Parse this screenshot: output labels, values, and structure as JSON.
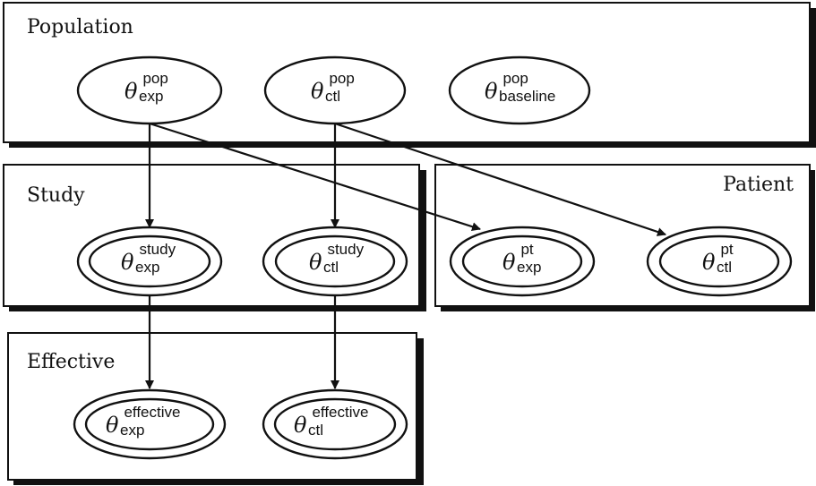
{
  "boxes": {
    "population": {
      "title": "Population"
    },
    "study": {
      "title": "Study"
    },
    "patient": {
      "title": "Patient"
    },
    "effective": {
      "title": "Effective"
    }
  },
  "symbol": "θ",
  "nodes": {
    "pop_exp": {
      "sup": "pop",
      "sub": "exp"
    },
    "pop_ctl": {
      "sup": "pop",
      "sub": "ctl"
    },
    "pop_baseline": {
      "sup": "pop",
      "sub": "baseline"
    },
    "study_exp": {
      "sup": "study",
      "sub": "exp"
    },
    "study_ctl": {
      "sup": "study",
      "sub": "ctl"
    },
    "pt_exp": {
      "sup": "pt",
      "sub": "exp"
    },
    "pt_ctl": {
      "sup": "pt",
      "sub": "ctl"
    },
    "eff_exp": {
      "sup": "effective",
      "sub": "exp"
    },
    "eff_ctl": {
      "sup": "effective",
      "sub": "ctl"
    }
  }
}
